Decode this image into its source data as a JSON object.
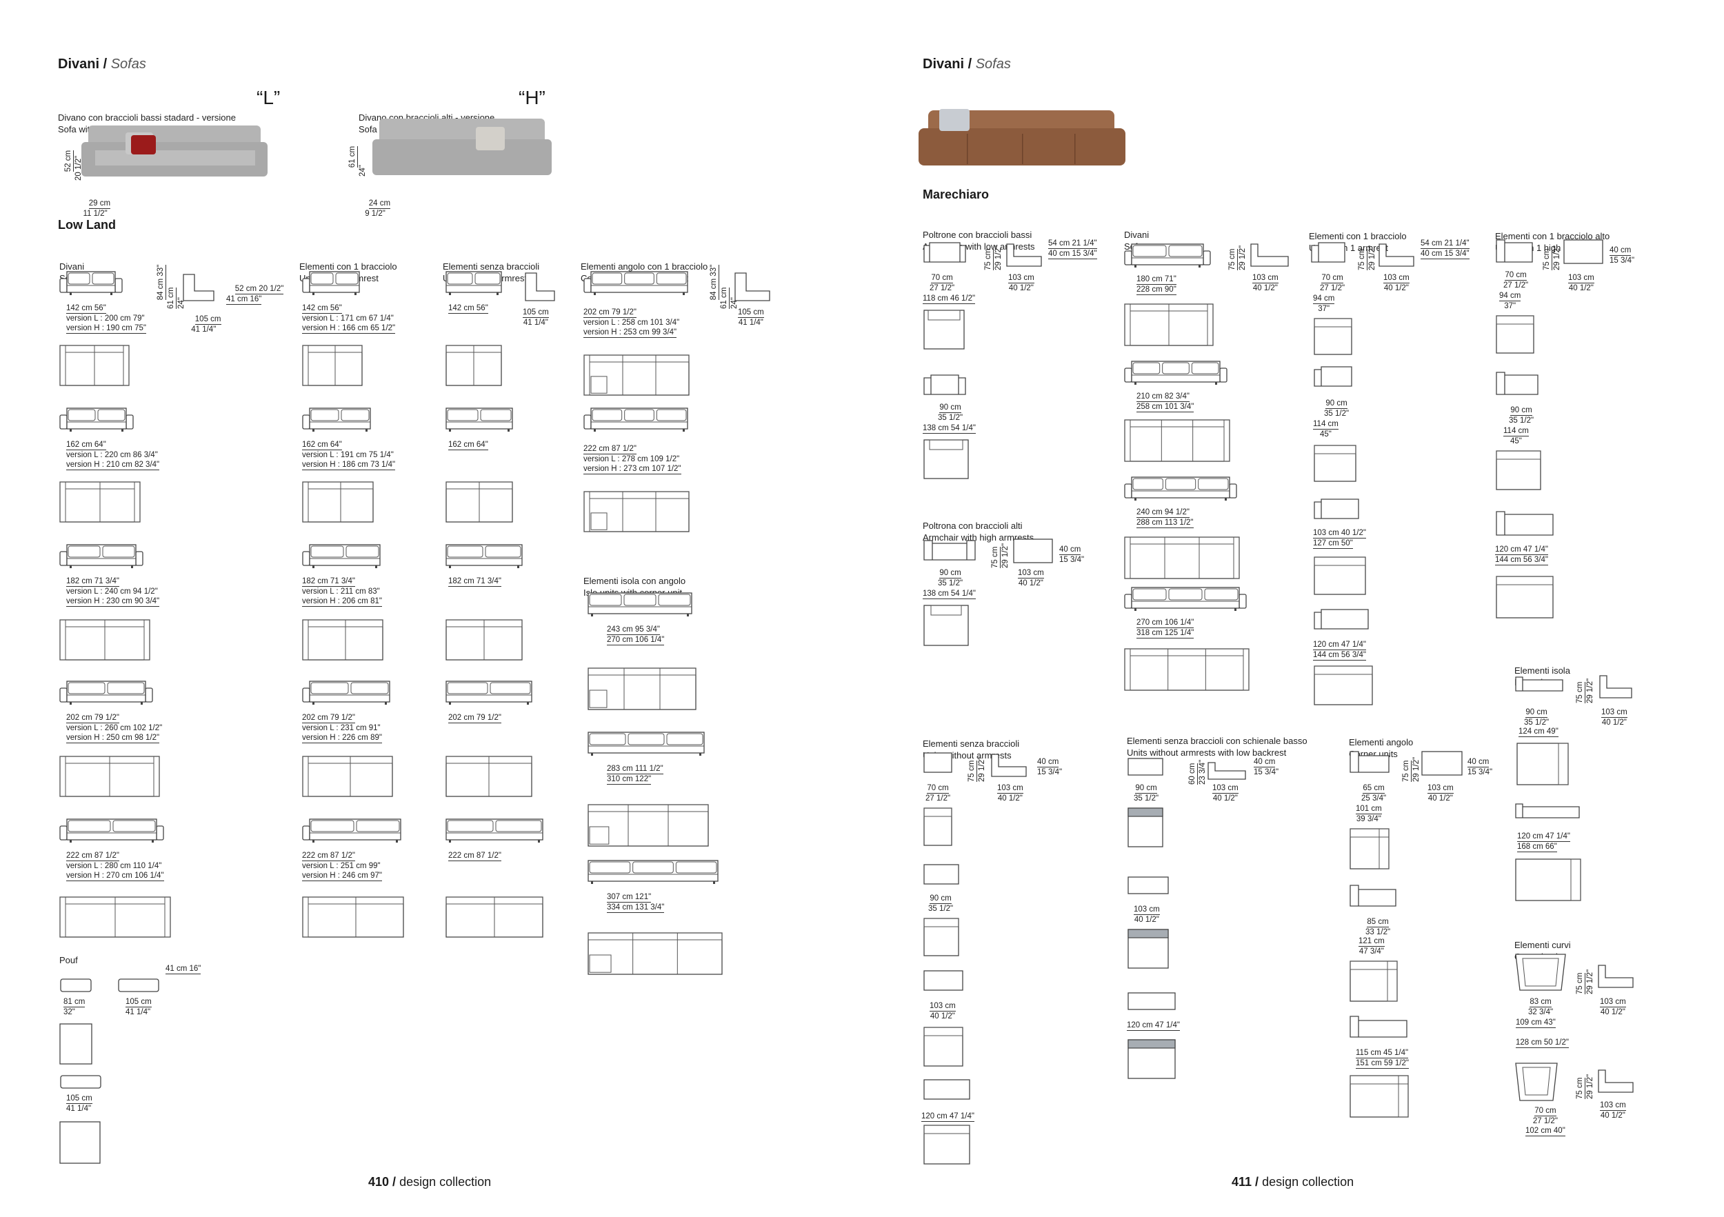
{
  "left": {
    "header": {
      "title": "Divani",
      "subtitle": "Sofas"
    },
    "version_l": {
      "line1": "Divano con braccioli bassi stadard - versione",
      "line2": "Sofa with low standard armrests - version",
      "tag": "“L”",
      "height_cm": "52 cm",
      "height_in": "20 1/2\"",
      "depth_cm": "29 cm",
      "depth_in": "11 1/2\""
    },
    "version_h": {
      "line1": "Divano con braccioli alti - versione",
      "line2": "Sofa with high armrests - version",
      "tag": "“H”",
      "height_cm": "61 cm",
      "height_in": "24\"",
      "depth_cm": "24 cm",
      "depth_in": "9 1/2\""
    },
    "model": "Low Land",
    "col1": {
      "title_it": "Divani",
      "title_en": "Sofas",
      "h1": "84 cm 33\"",
      "h2": "61 cm",
      "h3": "24\"",
      "side1": "52 cm 20 1/2\"",
      "side2": "41 cm 16\"",
      "depth": "105 cm",
      "depth_in": "41 1/4\"",
      "items": [
        {
          "w": "142 cm 56\"",
          "l": "version L : 200 cm 79\"",
          "h": "version H : 190 cm 75\""
        },
        {
          "w": "162 cm 64\"",
          "l": "version L : 220 cm 86 3/4\"",
          "h": "version H : 210 cm 82 3/4\""
        },
        {
          "w": "182 cm 71 3/4\"",
          "l": "version L : 240 cm 94 1/2\"",
          "h": "version H : 230 cm 90 3/4\""
        },
        {
          "w": "202 cm 79 1/2\"",
          "l": "version L : 260 cm 102 1/2\"",
          "h": "version H : 250 cm 98 1/2\""
        },
        {
          "w": "222 cm 87 1/2\"",
          "l": "version L : 280 cm 110 1/4\"",
          "h": "version H : 270 cm 106 1/4\""
        }
      ]
    },
    "pouf": {
      "title": "Pouf",
      "h": "41 cm 16\"",
      "a1": "81 cm",
      "a2": "32\"",
      "b1": "105 cm",
      "b2": "41 1/4\"",
      "c1": "105 cm",
      "c2": "41 1/4\""
    },
    "col2": {
      "title_it": "Elementi con 1 bracciolo",
      "title_en": "Units with 1 armrest",
      "items": [
        {
          "w": "142 cm 56\"",
          "l": "version L : 171 cm 67 1/4\"",
          "h": "version H : 166 cm 65 1/2\""
        },
        {
          "w": "162 cm 64\"",
          "l": "version L : 191 cm 75 1/4\"",
          "h": "version H : 186 cm 73 1/4\""
        },
        {
          "w": "182 cm 71 3/4\"",
          "l": "version L : 211 cm 83\"",
          "h": "version H : 206 cm 81\""
        },
        {
          "w": "202 cm 79 1/2\"",
          "l": "version L : 231 cm 91\"",
          "h": "version H : 226 cm 89\""
        },
        {
          "w": "222 cm 87 1/2\"",
          "l": "version L : 251 cm 99\"",
          "h": "version H : 246 cm 97\""
        }
      ]
    },
    "col3": {
      "title_it": "Elementi senza braccioli",
      "title_en": "Units without armrests",
      "depth": "105 cm",
      "depth_in": "41 1/4\"",
      "items": [
        "142 cm 56\"",
        "162 cm 64\"",
        "182 cm 71 3/4\"",
        "202 cm 79 1/2\"",
        "222 cm 87 1/2\""
      ]
    },
    "col4": {
      "title_it": "Elementi angolo con 1 bracciolo",
      "title_en": "Corner units with 1 armrest",
      "h1": "84 cm 33\"",
      "h2": "61 cm",
      "h3": "24\"",
      "depth": "105 cm",
      "depth_in": "41 1/4\"",
      "items": [
        {
          "w": "202 cm 79 1/2\"",
          "l": "version L : 258 cm 101 3/4\"",
          "h": "version H : 253 cm 99 3/4\""
        },
        {
          "w": "222 cm 87 1/2\"",
          "l": "version L : 278 cm 109 1/2\"",
          "h": "version H : 273 cm 107 1/2\""
        }
      ],
      "isle_it": "Elementi isola con angolo",
      "isle_en": "Isle units with corner unit",
      "isle": [
        {
          "a": "243 cm 95 3/4\"",
          "b": "270 cm 106 1/4\""
        },
        {
          "a": "283 cm 111 1/2\"",
          "b": "310 cm 122\""
        },
        {
          "a": "307 cm 121\"",
          "b": "334 cm 131 3/4\""
        }
      ]
    },
    "footer": {
      "page": "410 /",
      "text": "design collection"
    }
  },
  "right": {
    "header": {
      "title": "Divani",
      "subtitle": "Sofas"
    },
    "model": "Marechiaro",
    "colA": {
      "title_it": "Poltrone con braccioli bassi",
      "title_en": "Armchairs with low armrests",
      "hl": "75 cm",
      "hr": "29 1/2\"",
      "s1": "54 cm 21 1/4\"",
      "s2": "40 cm 15 3/4\"",
      "w1": "70 cm",
      "w2": "27 1/2\"",
      "d1": "103 cm",
      "d2": "40 1/2\"",
      "t1": "118 cm 46 1/2\"",
      "w3": "90 cm",
      "w4": "35 1/2\"",
      "t2": "138 cm 54 1/4\"",
      "high_it": "Poltrona con braccioli alti",
      "high_en": "Armchair with high armrests",
      "hs1": "40 cm",
      "hs2": "15 3/4\"",
      "hw1": "90 cm",
      "hw2": "35 1/2\"",
      "hd1": "103 cm",
      "hd2": "40 1/2\"",
      "ht": "138 cm 54 1/4\""
    },
    "colB": {
      "title_it": "Divani",
      "title_en": "Sofas",
      "hl": "75 cm",
      "hr": "29 1/2\"",
      "d1": "103 cm",
      "d2": "40 1/2\"",
      "items": [
        {
          "a": "180 cm 71\"",
          "b": "228 cm 90\""
        },
        {
          "a": "210 cm 82 3/4\"",
          "b": "258 cm 101 3/4\""
        },
        {
          "a": "240 cm 94 1/2\"",
          "b": "288 cm 113 1/2\""
        },
        {
          "a": "270 cm 106 1/4\"",
          "b": "318 cm 125 1/4\""
        }
      ]
    },
    "colC": {
      "title_it": "Elementi con 1 bracciolo",
      "title_en": "Units with 1 armrest",
      "hl": "75 cm",
      "hr": "29 1/2\"",
      "s1": "54 cm 21 1/4\"",
      "s2": "40 cm 15 3/4\"",
      "w1": "70 cm",
      "w2": "27 1/2\"",
      "d1": "103 cm",
      "d2": "40 1/2\"",
      "t1": "94 cm",
      "t2": "37\"",
      "w3": "90 cm",
      "w4": "35 1/2\"",
      "t3": "114 cm",
      "t4": "45\"",
      "a1": "103 cm 40 1/2\"",
      "a2": "127 cm 50\"",
      "b1": "120 cm 47 1/4\"",
      "b2": "144 cm 56 3/4\""
    },
    "colD": {
      "title_it": "Elementi con 1 bracciolo alto",
      "title_en": "Units with 1 high armrest",
      "hl": "75 cm",
      "hr": "29 1/2\"",
      "s1": "40 cm",
      "s2": "15 3/4\"",
      "w1": "70 cm",
      "w2": "27 1/2\"",
      "d1": "103 cm",
      "d2": "40 1/2\"",
      "t1": "94 cm",
      "t2": "37\"",
      "w3": "90 cm",
      "w4": "35 1/2\"",
      "t3": "114 cm",
      "t4": "45\"",
      "b1": "120 cm 47 1/4\"",
      "b2": "144 cm 56 3/4\""
    },
    "isle": {
      "title_it": "Elementi isola",
      "title_en": "Isle units",
      "hl": "75 cm",
      "hr": "29 1/2\"",
      "w1": "90 cm",
      "w2": "35 1/2\"",
      "t1": "124 cm 49\"",
      "d1": "103 cm",
      "d2": "40 1/2\"",
      "w3": "120 cm 47 1/4\"",
      "t3": "168 cm 66\""
    },
    "curved": {
      "title_it": "Elementi curvi",
      "title_en": "Curved units",
      "hl": "75 cm",
      "hr": "29 1/2\"",
      "w1": "83 cm",
      "w2": "32 3/4\"",
      "d1": "103 cm",
      "d2": "40 1/2\"",
      "t1": "109 cm 43\"",
      "t2": "128 cm 50 1/2\"",
      "w3": "70 cm",
      "w4": "27 1/2\"",
      "t3": "102 cm 40\"",
      "d3": "103 cm",
      "d4": "40 1/2\""
    },
    "noarm": {
      "title_it": "Elementi senza braccioli",
      "title_en": "Units without armrests",
      "hl": "75 cm",
      "hr": "29 1/2\"",
      "s1": "40 cm",
      "s2": "15 3/4\"",
      "w1": "70 cm",
      "w2": "27 1/2\"",
      "d1": "103 cm",
      "d2": "40 1/2\"",
      "w3": "90 cm",
      "w4": "35 1/2\"",
      "w5": "103 cm",
      "w6": "40 1/2\"",
      "w7": "120 cm 47 1/4\""
    },
    "lowback": {
      "title_it": "Elementi senza braccioli con schienale basso",
      "title_en": "Units without armrests with low backrest",
      "hl": "60 cm",
      "hr": "23 3/4\"",
      "s1": "40 cm",
      "s2": "15 3/4\"",
      "w1": "90 cm",
      "w2": "35 1/2\"",
      "d1": "103 cm",
      "d2": "40 1/2\"",
      "w3": "103 cm",
      "w4": "40 1/2\"",
      "w5": "120 cm 47 1/4\""
    },
    "corner": {
      "title_it": "Elementi angolo",
      "title_en": "Corner units",
      "hl": "75 cm",
      "hr": "29 1/2\"",
      "s1": "40 cm",
      "s2": "15 3/4\"",
      "w1": "65 cm",
      "w2": "25 3/4\"",
      "d1": "103 cm",
      "d2": "40 1/2\"",
      "t1": "101 cm",
      "t2": "39 3/4\"",
      "w3": "85 cm",
      "w4": "33 1/2\"",
      "t3": "121 cm",
      "t4": "47 3/4\"",
      "w5": "115 cm 45 1/4\"",
      "t5": "151 cm 59 1/2\""
    },
    "footer": {
      "page": "411 /",
      "text": "design collection"
    }
  }
}
